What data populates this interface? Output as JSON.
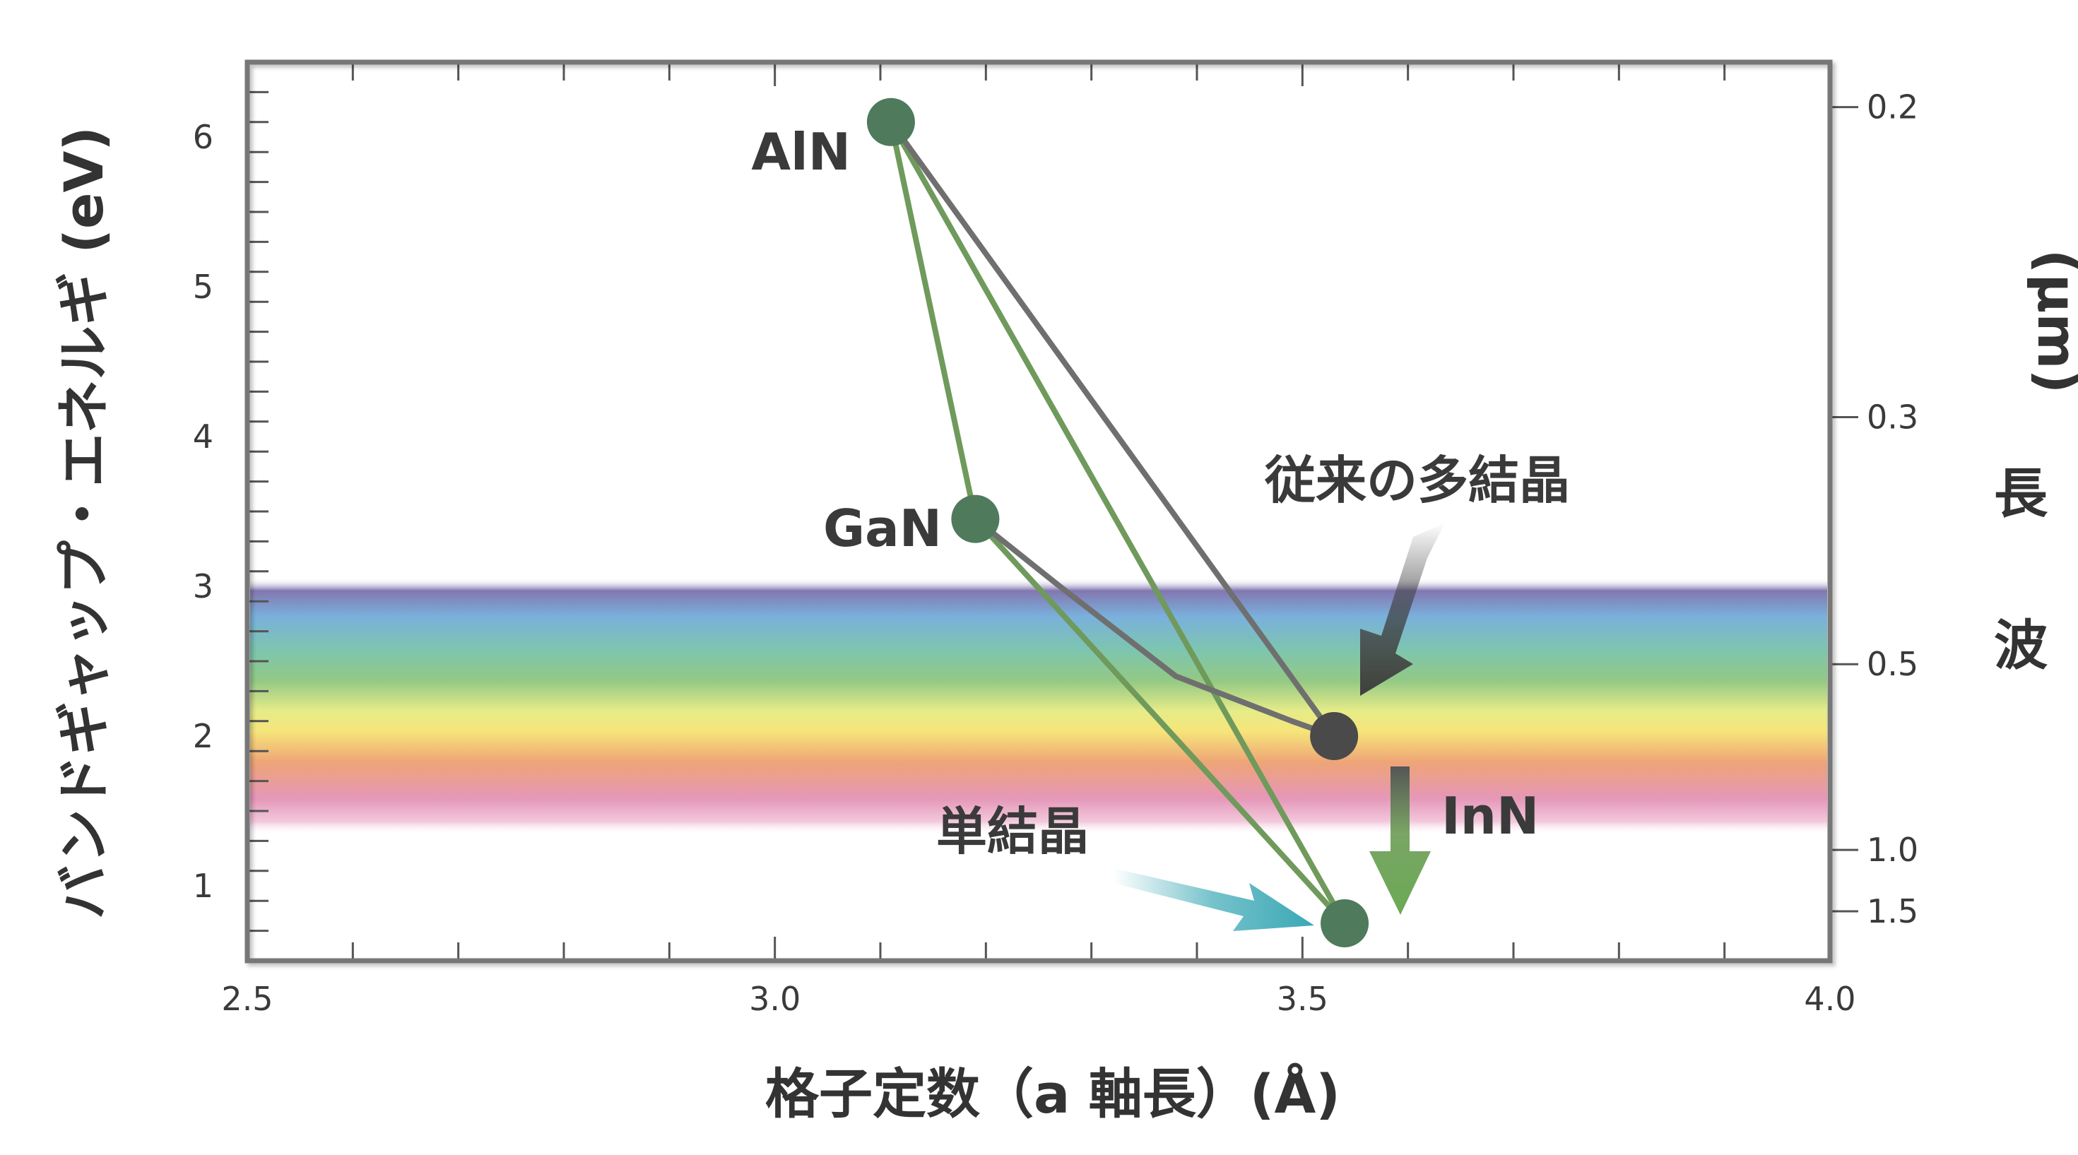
{
  "chart_data": {
    "type": "scatter",
    "xlabel": "格子定数（a 軸長）(Å)",
    "ylabel": "バンドギャップ・エネルギ (eV)",
    "y2label": "波 長 (μm)",
    "xlim": [
      2.5,
      4.0
    ],
    "ylim": [
      0.5,
      6.5
    ],
    "x_ticks": [
      {
        "value": 2.5,
        "label": "2.5"
      },
      {
        "value": 3.0,
        "label": "3.0"
      },
      {
        "value": 3.5,
        "label": "3.5"
      },
      {
        "value": 4.0,
        "label": "4.0"
      }
    ],
    "y_ticks": [
      {
        "value": 1,
        "label": "1"
      },
      {
        "value": 2,
        "label": "2"
      },
      {
        "value": 3,
        "label": "3"
      },
      {
        "value": 4,
        "label": "4"
      },
      {
        "value": 5,
        "label": "5"
      },
      {
        "value": 6,
        "label": "6"
      }
    ],
    "y2_ticks": [
      {
        "energy": 6.2,
        "label": "0.2"
      },
      {
        "energy": 4.13,
        "label": "0.3"
      },
      {
        "energy": 2.48,
        "label": "0.5"
      },
      {
        "energy": 1.24,
        "label": "1.0"
      },
      {
        "energy": 0.83,
        "label": "1.5"
      }
    ],
    "visible_band": [
      1.4,
      3.0
    ],
    "points": [
      {
        "name": "AlN",
        "x": 3.11,
        "y": 6.1
      },
      {
        "name": "GaN",
        "x": 3.19,
        "y": 3.45
      },
      {
        "name": "InN",
        "x": 3.53,
        "y": 2.0
      },
      {
        "name": "InN",
        "x": 3.54,
        "y": 0.75
      }
    ],
    "series": [
      {
        "name": "単結晶",
        "color": "#6f9a5c",
        "edges": [
          [
            [
              3.11,
              6.1
            ],
            [
              3.19,
              3.45
            ]
          ],
          [
            [
              3.19,
              3.45
            ],
            [
              3.54,
              0.75
            ]
          ],
          [
            [
              3.11,
              6.1
            ],
            [
              3.54,
              0.75
            ]
          ]
        ]
      },
      {
        "name": "従来の多結晶",
        "color": "#6f6f6f",
        "edges": [
          [
            [
              3.11,
              6.1
            ],
            [
              3.53,
              2.0
            ]
          ],
          [
            [
              3.19,
              3.45
            ],
            [
              3.27,
              3.0
            ],
            [
              3.38,
              2.4
            ],
            [
              3.49,
              2.1
            ],
            [
              3.53,
              2.0
            ]
          ]
        ]
      }
    ],
    "annotations": [
      {
        "text": "従来の多結晶",
        "color": "#555555"
      },
      {
        "text": "単結晶",
        "color": "#3aa8b5"
      },
      {
        "text": "InN",
        "color": "#6aaa55"
      }
    ],
    "colors": {
      "frame": "#777777",
      "point": "#4f7a5c",
      "single_crystal_line": "#6f9a5c",
      "polycrystal_line": "#6f6f6f",
      "single_crystal_arrow": "#3aa8b5",
      "polycrystal_arrow": "#3f3f3f",
      "inn_arrow": "#6aaa55"
    }
  }
}
